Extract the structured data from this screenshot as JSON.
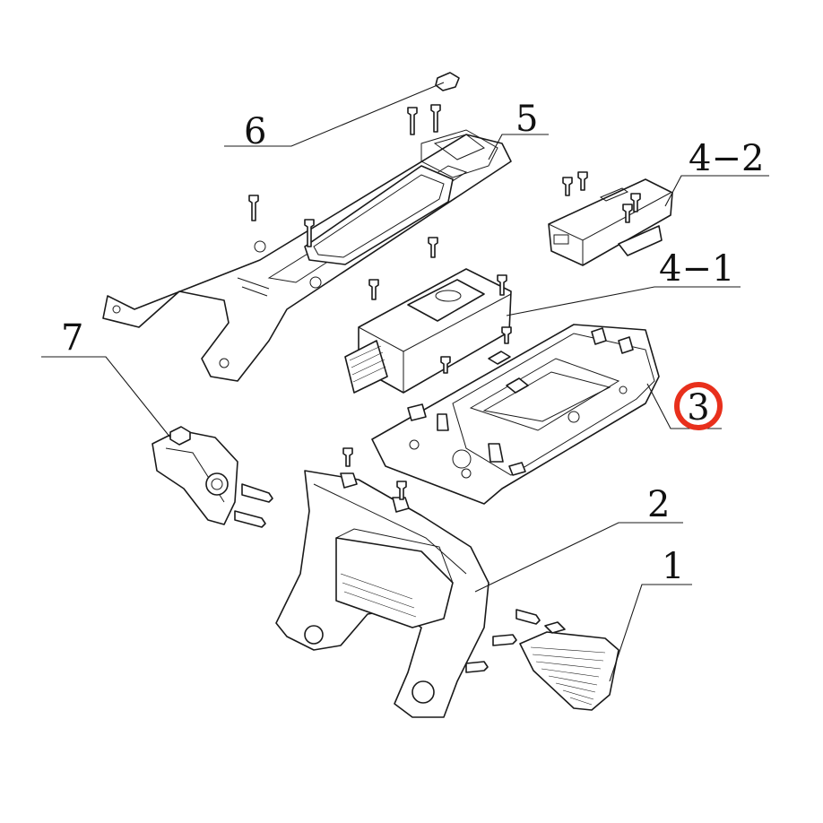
{
  "callouts": {
    "c1": "1",
    "c2": "2",
    "c3": "3",
    "c4_1": "4−1",
    "c4_2": "4−2",
    "c5": "5",
    "c6": "6",
    "c7": "7"
  },
  "highlight": {
    "callout": "3",
    "color": "#e8301c"
  }
}
